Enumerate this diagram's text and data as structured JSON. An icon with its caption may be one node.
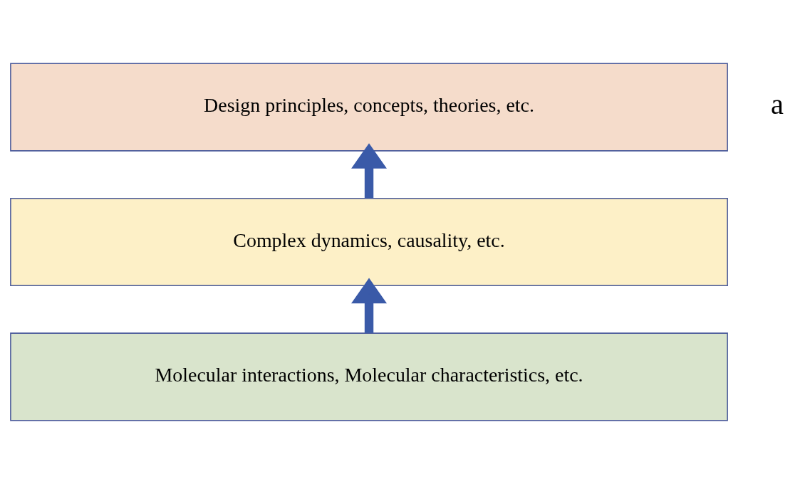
{
  "diagram": {
    "nodes": [
      {
        "text": [
          "Design principles, concepts, theories, etc."
        ]
      },
      {
        "text": [
          "Complex dynamics, causality, etc."
        ]
      },
      {
        "text": [
          "Molecular interactions, Molecular characteristics, etc."
        ]
      }
    ],
    "edges": [
      {
        "from": 2,
        "to": 1,
        "arrow": "to"
      },
      {
        "from": 1,
        "to": 0,
        "arrow": "to"
      }
    ],
    "labels": [
      "a"
    ]
  }
}
